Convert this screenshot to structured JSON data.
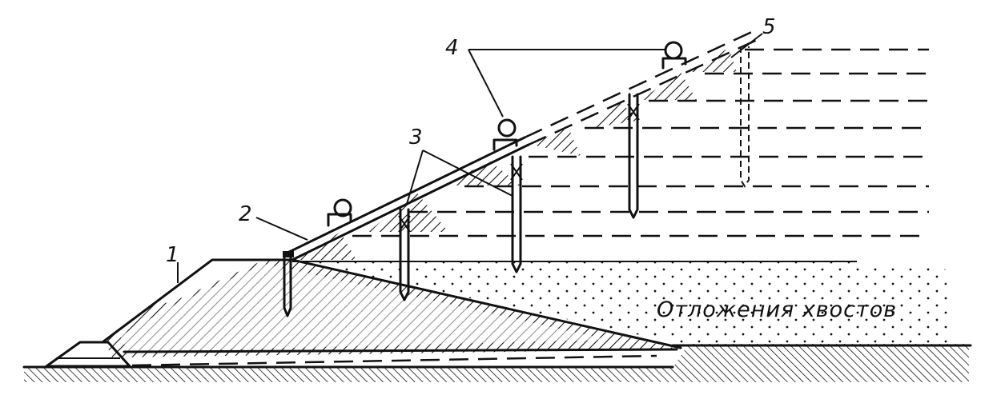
{
  "labels": {
    "l1": "1",
    "l2": "2",
    "l3": "3",
    "l4": "4",
    "l5": "5"
  },
  "deposit_text": "Отложения хвостов"
}
